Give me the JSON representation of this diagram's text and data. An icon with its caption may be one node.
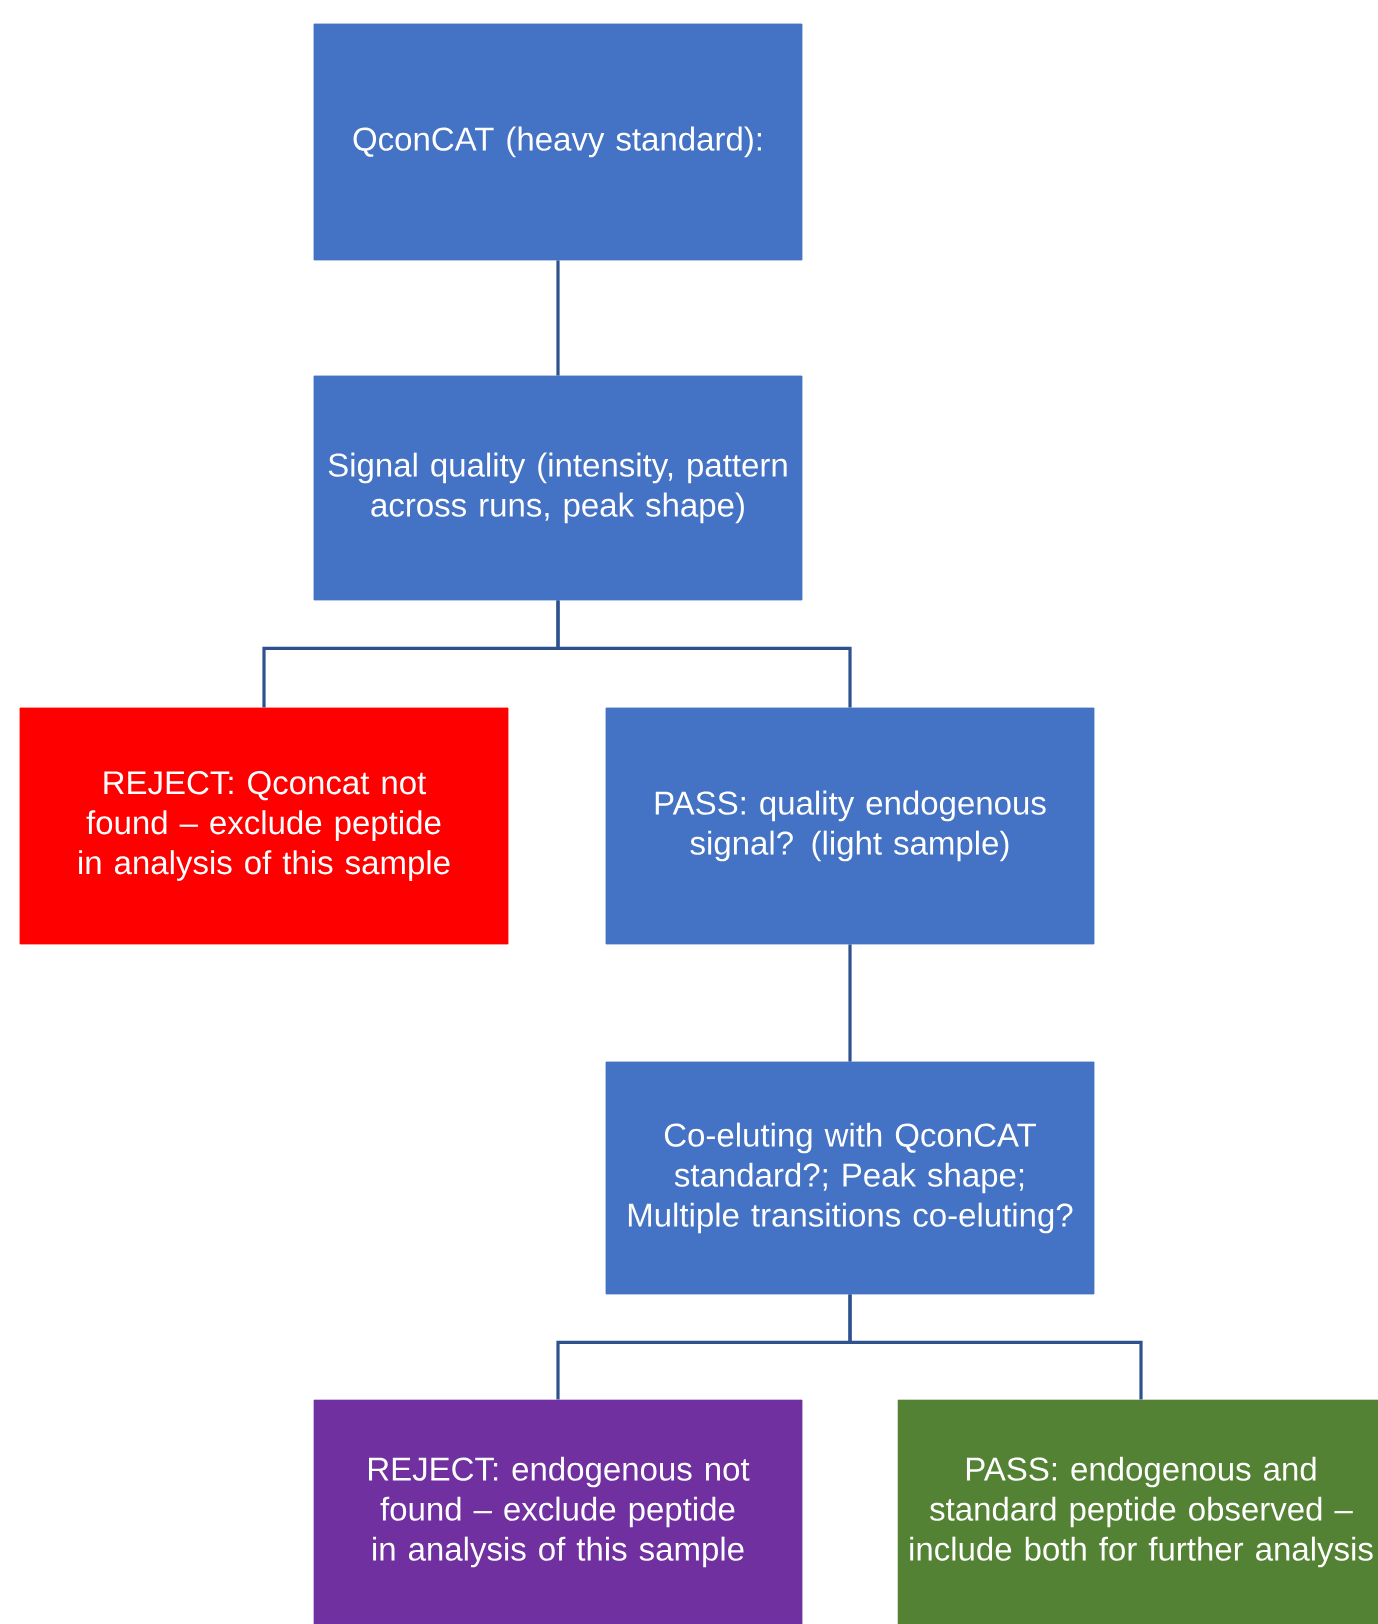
{
  "diagram": {
    "nodes": [
      {
        "text": [
          "QconCAT (heavy standard):"
        ]
      },
      {
        "text": [
          "Signal quality (intensity, pattern across runs, peak shape)"
        ]
      },
      {
        "text": [
          "REJECT: Qconcat not found – exclude peptide in analysis of this sample"
        ]
      },
      {
        "text": [
          "PASS: quality endogenous signal? (light sample)"
        ]
      },
      {
        "text": [
          "Co-eluting with QconCAT standard?; Peak shape; Multiple transitions co-eluting?"
        ]
      },
      {
        "text": [
          "REJECT: endogenous not found – exclude peptide in analysis of this sample"
        ]
      },
      {
        "text": [
          "PASS: endogenous and standard peptide observed – include both for further analysis"
        ]
      }
    ],
    "edges": [
      {
        "from": 0,
        "to": 1,
        "arrow": "none"
      },
      {
        "from": 1,
        "to": 2,
        "arrow": "none"
      },
      {
        "from": 1,
        "to": 3,
        "arrow": "none"
      },
      {
        "from": 3,
        "to": 4,
        "arrow": "none"
      },
      {
        "from": 4,
        "to": 5,
        "arrow": "none"
      },
      {
        "from": 4,
        "to": 6,
        "arrow": "none"
      }
    ]
  }
}
